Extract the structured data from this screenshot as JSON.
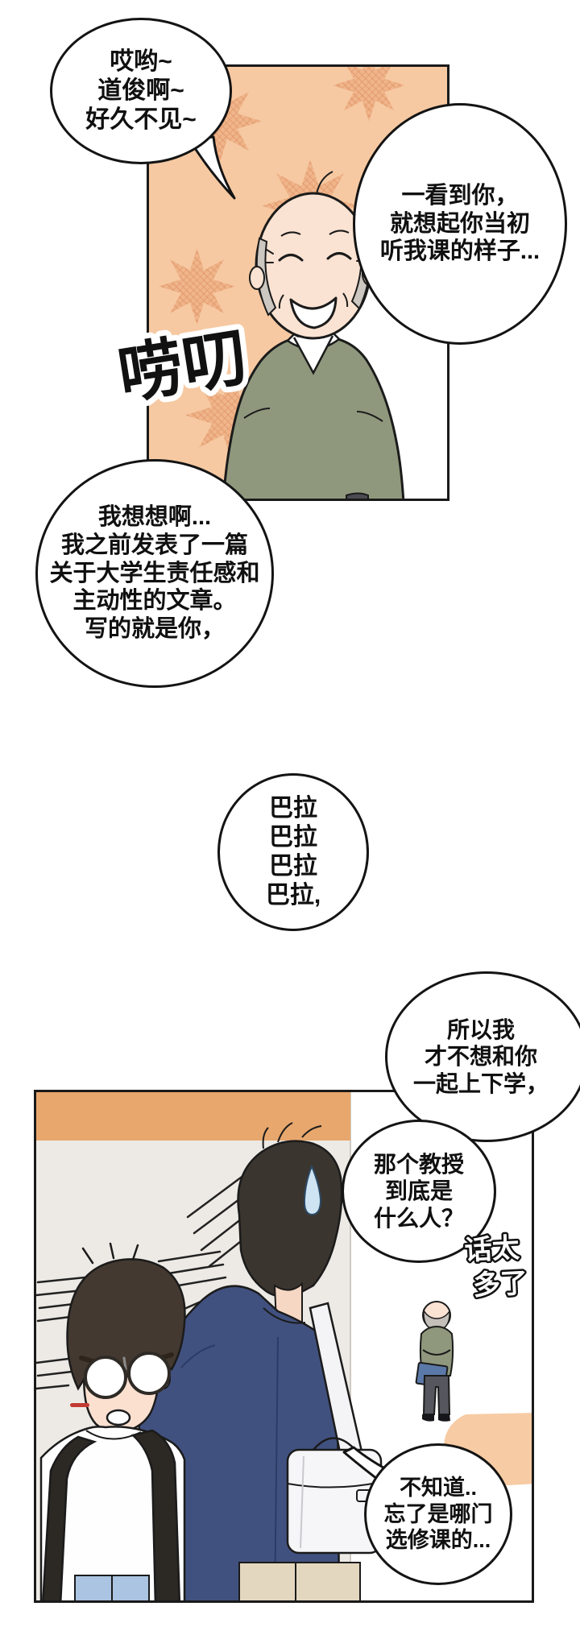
{
  "page": {
    "type": "comic-page",
    "language": "zh"
  },
  "bubbles": {
    "greeting": {
      "lines": [
        "哎哟~",
        "道俊啊~",
        "好久不见~"
      ]
    },
    "reminisce": {
      "lines": [
        "一看到你，",
        "就想起你当初",
        "听我课的样子..."
      ]
    },
    "article": {
      "lines": [
        "我想想啊...",
        "我之前发表了一篇",
        "关于大学生责任感和",
        "主动性的文章。",
        "写的就是你，"
      ]
    },
    "bala": {
      "lines": [
        "巴拉",
        "巴拉",
        "巴拉",
        "巴拉,"
      ]
    },
    "commute": {
      "lines": [
        "所以我",
        "才不想和你",
        "一起上下学，"
      ]
    },
    "professor": {
      "lines": [
        "那个教授",
        "到底是",
        "什么人？"
      ]
    },
    "unknown": {
      "lines": [
        "不知道..",
        "忘了是哪门",
        "选修课的..."
      ]
    }
  },
  "sfx": {
    "nag": "唠叨",
    "talkative": {
      "lines": [
        "话太",
        "多了"
      ]
    }
  },
  "colors": {
    "panel_orange": "#f6c9a2",
    "burst_orange": "#f0b58b",
    "band_orange": "#e7a76d",
    "wall_beige": "#edeae5",
    "floor_orange": "#f7cba4",
    "sweater_green": "#8f987d",
    "skin": "#fbe3d3",
    "blazer_navy": "#41517f",
    "jeans_blue": "#aac4e1",
    "khaki": "#e3d7bf",
    "folder_blue": "#5b79a8",
    "sweat_drop": "#cfe4f3",
    "outline": "#141414"
  }
}
